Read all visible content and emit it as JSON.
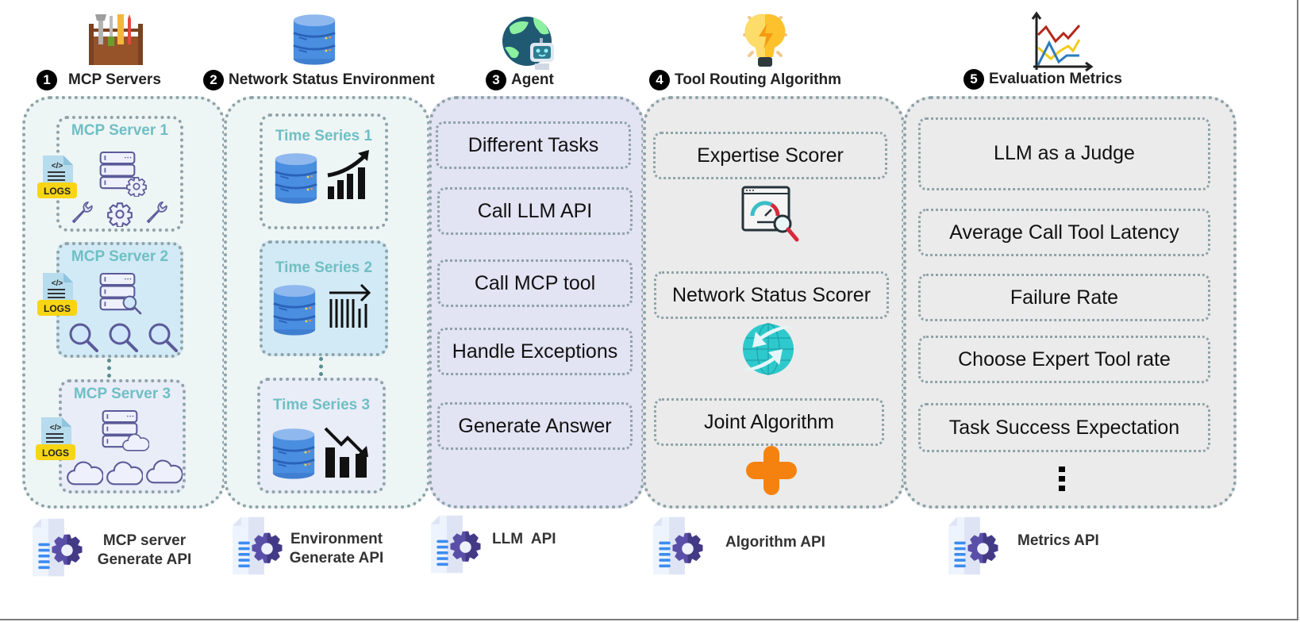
{
  "sections": [
    {
      "number": "1",
      "title": "MCP Servers",
      "icon": "toolbox-icon"
    },
    {
      "number": "2",
      "title": "Network Status Environment",
      "icon": "database-icon"
    },
    {
      "number": "3",
      "title": "Agent",
      "icon": "robot-globe-icon"
    },
    {
      "number": "4",
      "title": "Tool Routing Algorithm",
      "icon": "lightbulb-icon"
    },
    {
      "number": "5",
      "title": "Evaluation Metrics",
      "icon": "line-chart-icon"
    }
  ],
  "mcp_servers": [
    {
      "title": "MCP Server 1",
      "badge": "LOGS",
      "icon": "server-gear-icon",
      "tools": [
        "wrench-icon",
        "gear-icon",
        "wrench-icon"
      ]
    },
    {
      "title": "MCP Server 2",
      "badge": "LOGS",
      "icon": "server-search-icon",
      "tools": [
        "magnifier-icon",
        "gear-search-icon",
        "globe-search-icon"
      ]
    },
    {
      "title": "MCP Server 3",
      "badge": "LOGS",
      "icon": "server-cloud-icon",
      "tools": [
        "cloud-printer-icon",
        "cloud-gear-icon",
        "cloud-upload-icon"
      ]
    }
  ],
  "time_series": [
    {
      "title": "Time Series 1",
      "trend": "upward-trend-icon"
    },
    {
      "title": "Time Series 2",
      "trend": "flat-trend-icon"
    },
    {
      "title": "Time Series 3",
      "trend": "downward-trend-icon"
    }
  ],
  "agent_steps": [
    "Different Tasks",
    "Call LLM API",
    "Call MCP tool",
    "Handle Exceptions",
    "Generate Answer"
  ],
  "routing_steps": [
    {
      "label": "Expertise Scorer",
      "icon": "speed-gauge-search-icon"
    },
    {
      "label": "Network Status Scorer",
      "icon": "globe-sync-icon"
    },
    {
      "label": "Joint Algorithm",
      "icon": "plus-icon"
    }
  ],
  "metrics": [
    "LLM as a Judge",
    "Average Call Tool Latency",
    "Failure Rate",
    "Choose Expert Tool rate",
    "Task Success Expectation"
  ],
  "metrics_more": "⋮",
  "apis": [
    {
      "line1": "MCP server",
      "line2": "Generate API"
    },
    {
      "line1": "Environment",
      "line2": "Generate API"
    },
    {
      "line1": "LLM  API",
      "line2": ""
    },
    {
      "line1": "Algorithm API",
      "line2": ""
    },
    {
      "line1": "Metrics API",
      "line2": ""
    }
  ],
  "colors": {
    "sub_title": "#6fbfc4",
    "border": "#8fa3a8",
    "panel_env": "#eef5f5",
    "panel_agent": "#e2e3f3",
    "panel_gray": "#ebebeb",
    "server2_bg": "#d2eaf5",
    "server3_bg": "#e9edf8",
    "logs_badge": "#f7d514",
    "plus": "#f5820f",
    "gear": "#5a4a9e"
  }
}
